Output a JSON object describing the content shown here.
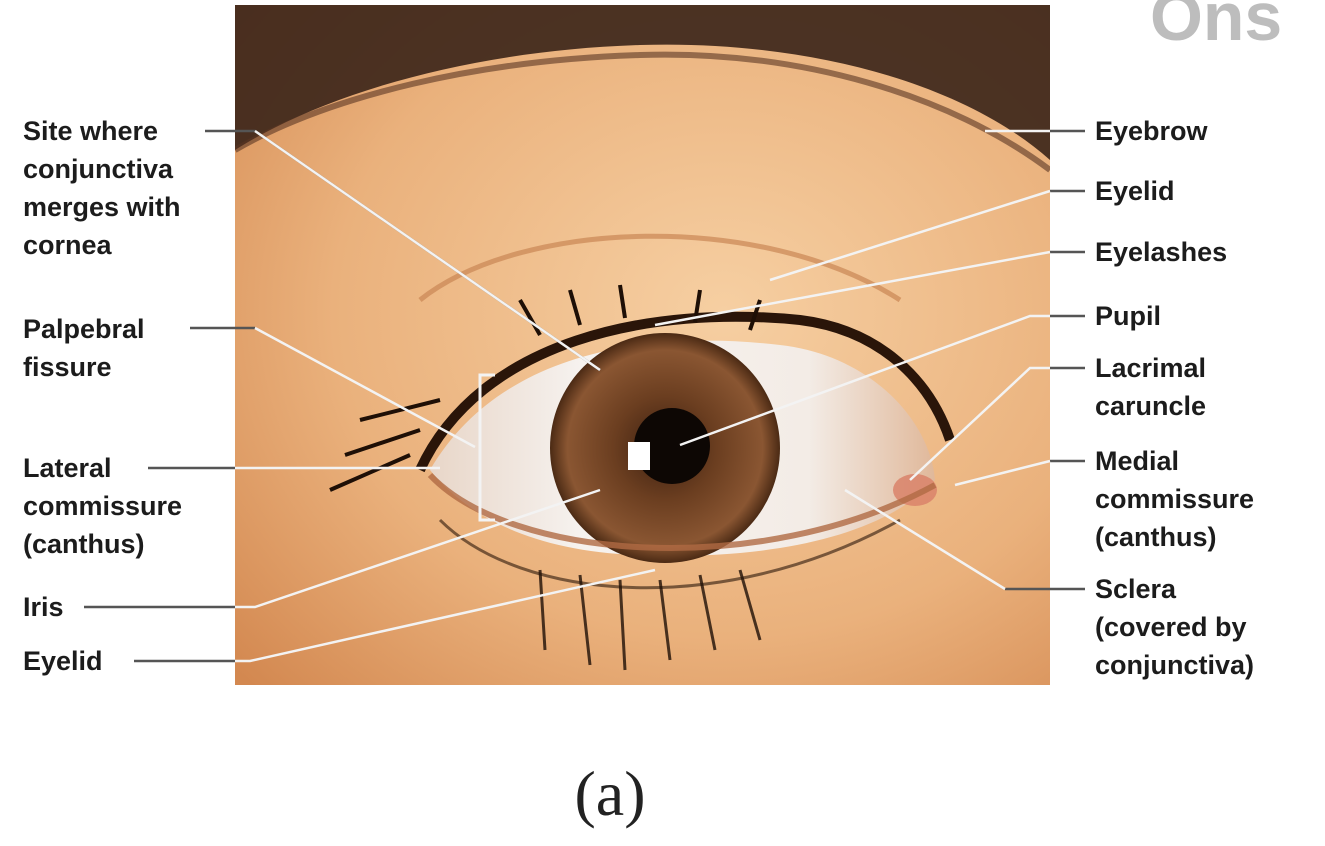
{
  "figure": {
    "caption": "(a)",
    "corner_text": "Ons"
  },
  "labels_left": [
    {
      "id": "conjunctiva-site",
      "text": "Site where\nconjunctiva\nmerges with\ncornea"
    },
    {
      "id": "palpebral-fissure",
      "text": "Palpebral\nfissure"
    },
    {
      "id": "lateral-commissure",
      "text": "Lateral\ncommissure\n(canthus)"
    },
    {
      "id": "iris",
      "text": "Iris"
    },
    {
      "id": "eyelid-lower",
      "text": "Eyelid"
    }
  ],
  "labels_right": [
    {
      "id": "eyebrow",
      "text": "Eyebrow"
    },
    {
      "id": "eyelid-upper",
      "text": "Eyelid"
    },
    {
      "id": "eyelashes",
      "text": "Eyelashes"
    },
    {
      "id": "pupil",
      "text": "Pupil"
    },
    {
      "id": "lacrimal-caruncle",
      "text": "Lacrimal\ncaruncle"
    },
    {
      "id": "medial-commissure",
      "text": "Medial\ncommissure\n(canthus)"
    },
    {
      "id": "sclera",
      "text": "Sclera\n(covered by\nconjunctiva)"
    }
  ],
  "colors": {
    "skin_light": "#f2c89c",
    "skin_dark": "#d98e58",
    "iris": "#7a4a2a",
    "sclera": "#f4f0ee",
    "leader_line": "#f3f3f3",
    "label_text": "#1c1c1c"
  }
}
